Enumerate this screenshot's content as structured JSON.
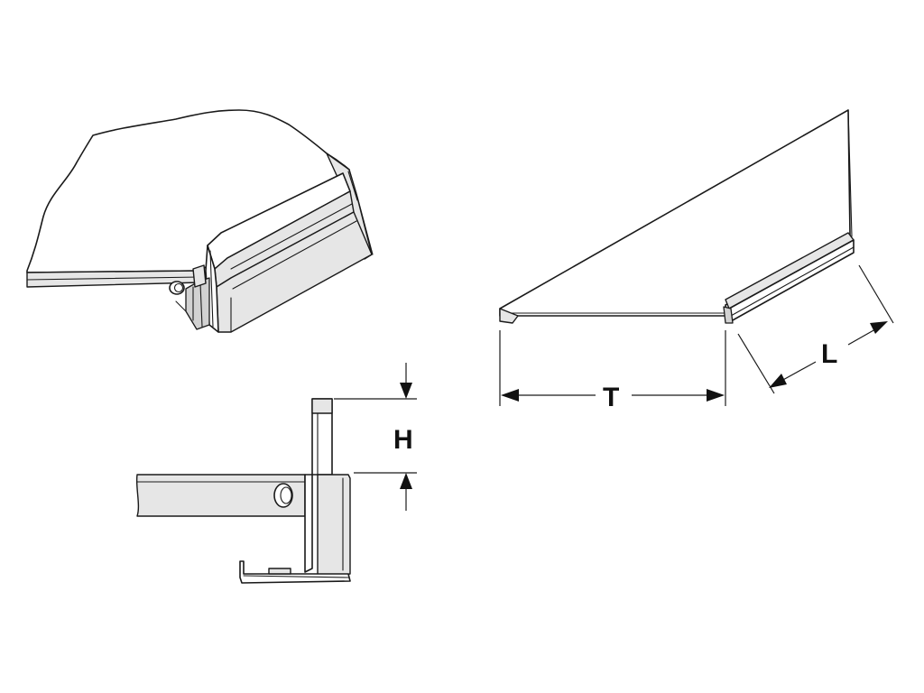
{
  "dimensions": {
    "height_label": "H",
    "width_label": "T",
    "length_label": "L"
  },
  "colors": {
    "line": "#1a1a1a",
    "shade": "#e6e6e6",
    "shade_dark": "#d2d2d2",
    "background": "#ffffff"
  }
}
